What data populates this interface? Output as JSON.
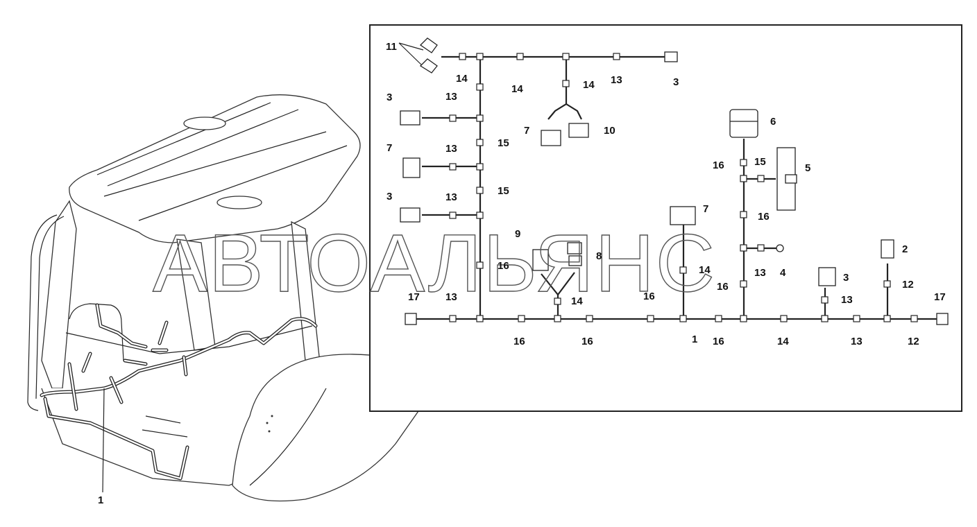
{
  "watermark": "АВТОАЛЬЯНС",
  "cab_view": {
    "callouts": [
      {
        "text": "1"
      }
    ]
  },
  "schematic": {
    "callouts": [
      {
        "text": "11"
      },
      {
        "text": "14"
      },
      {
        "text": "14"
      },
      {
        "text": "14"
      },
      {
        "text": "13"
      },
      {
        "text": "3"
      },
      {
        "text": "3"
      },
      {
        "text": "13"
      },
      {
        "text": "7"
      },
      {
        "text": "10"
      },
      {
        "text": "7"
      },
      {
        "text": "13"
      },
      {
        "text": "15"
      },
      {
        "text": "3"
      },
      {
        "text": "13"
      },
      {
        "text": "15"
      },
      {
        "text": "6"
      },
      {
        "text": "16"
      },
      {
        "text": "15"
      },
      {
        "text": "5"
      },
      {
        "text": "7"
      },
      {
        "text": "16"
      },
      {
        "text": "9"
      },
      {
        "text": "8"
      },
      {
        "text": "16"
      },
      {
        "text": "13"
      },
      {
        "text": "4"
      },
      {
        "text": "2"
      },
      {
        "text": "14"
      },
      {
        "text": "16"
      },
      {
        "text": "3"
      },
      {
        "text": "12"
      },
      {
        "text": "17"
      },
      {
        "text": "13"
      },
      {
        "text": "14"
      },
      {
        "text": "16"
      },
      {
        "text": "13"
      },
      {
        "text": "17"
      },
      {
        "text": "16"
      },
      {
        "text": "16"
      },
      {
        "text": "1"
      },
      {
        "text": "16"
      },
      {
        "text": "14"
      },
      {
        "text": "13"
      },
      {
        "text": "12"
      }
    ]
  }
}
